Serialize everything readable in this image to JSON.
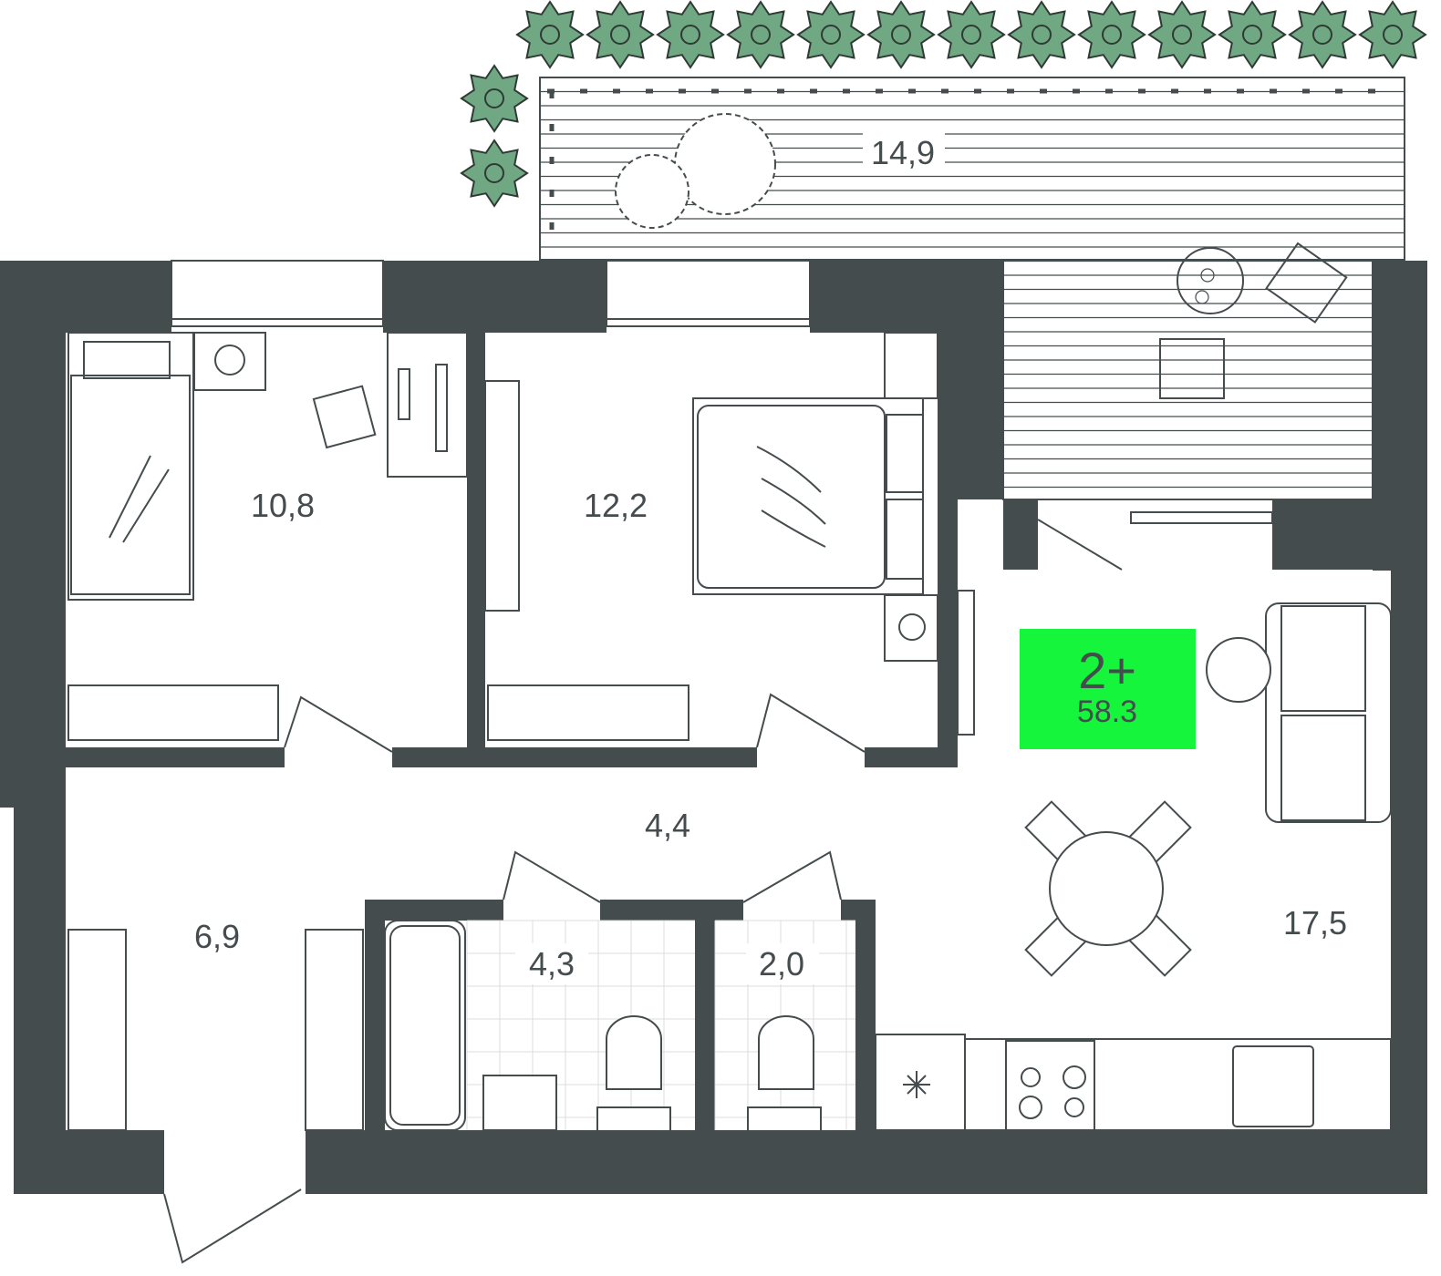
{
  "plan": {
    "badge": {
      "rooms": "2+",
      "total_area": "58.3",
      "color": "#14f53c"
    },
    "rooms": [
      {
        "id": "terrace",
        "area": "14,9"
      },
      {
        "id": "bedroom-1",
        "area": "10,8"
      },
      {
        "id": "bedroom-2",
        "area": "12,2"
      },
      {
        "id": "corridor",
        "area": "4,4"
      },
      {
        "id": "hall",
        "area": "6,9"
      },
      {
        "id": "bathroom",
        "area": "4,3"
      },
      {
        "id": "toilet",
        "area": "2,0"
      },
      {
        "id": "kitchen-living",
        "area": "17,5"
      }
    ],
    "colors": {
      "wall": "#454c4e",
      "plant": "#6fa882"
    }
  }
}
